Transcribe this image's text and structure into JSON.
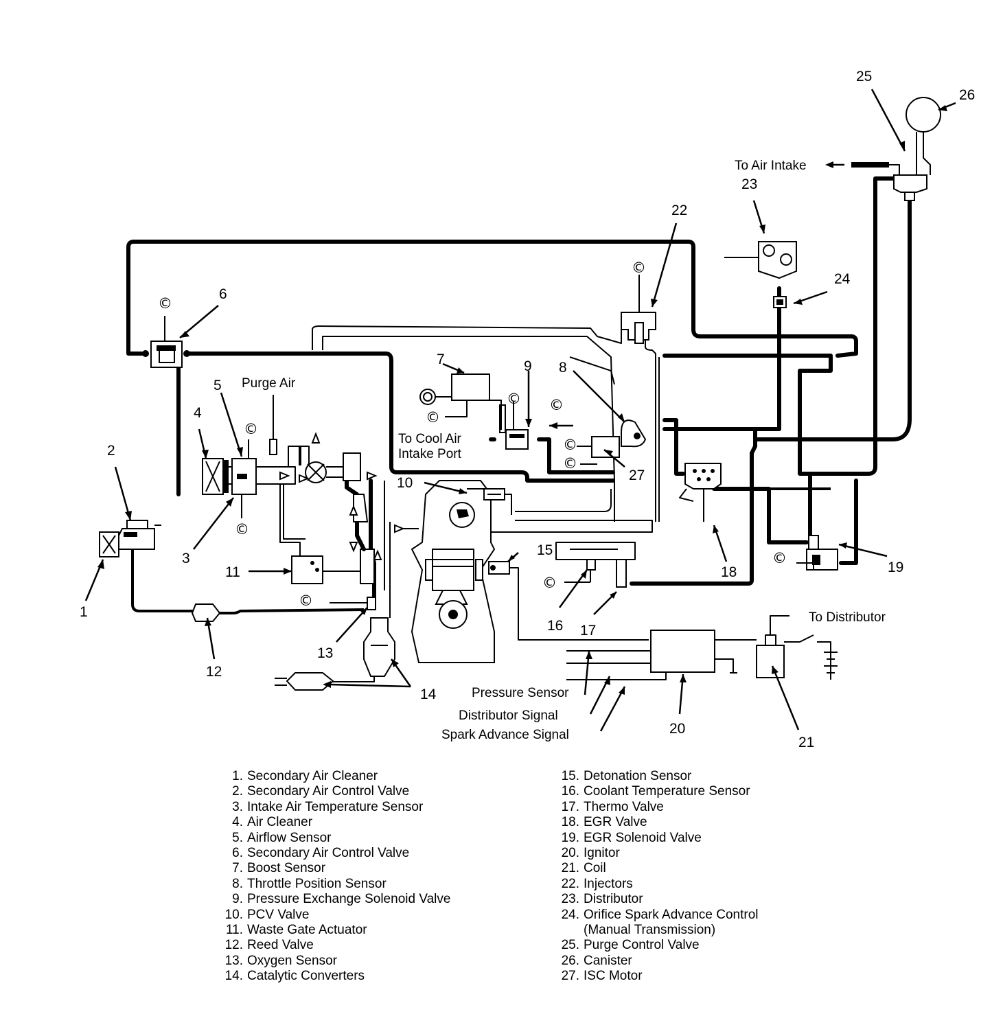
{
  "callouts": {
    "c1": "1",
    "c2": "2",
    "c3": "3",
    "c4": "4",
    "c5": "5",
    "c6": "6",
    "c7": "7",
    "c8": "8",
    "c9": "9",
    "c10": "10",
    "c11": "11",
    "c12": "12",
    "c13": "13",
    "c14": "14",
    "c15": "15",
    "c16": "16",
    "c17": "17",
    "c18": "18",
    "c19": "19",
    "c20": "20",
    "c21": "21",
    "c22": "22",
    "c23": "23",
    "c24": "24",
    "c25": "25",
    "c26": "26",
    "c27": "27"
  },
  "labels": {
    "to_air_intake": "To Air Intake",
    "purge_air": "Purge Air",
    "to_cool_air": "To Cool Air",
    "intake_port": "Intake Port",
    "to_distributor": "To Distributor",
    "pressure_sensor": "Pressure Sensor",
    "distributor_signal": "Distributor Signal",
    "spark_advance_signal": "Spark Advance Signal"
  },
  "c_symbol": "©",
  "legend": {
    "left": [
      {
        "num": "1.",
        "text": "Secondary Air Cleaner"
      },
      {
        "num": "2.",
        "text": "Secondary Air Control Valve"
      },
      {
        "num": "3.",
        "text": "Intake Air Temperature Sensor"
      },
      {
        "num": "4.",
        "text": "Air Cleaner"
      },
      {
        "num": "5.",
        "text": "Airflow Sensor"
      },
      {
        "num": "6.",
        "text": "Secondary Air Control Valve"
      },
      {
        "num": "7.",
        "text": "Boost Sensor"
      },
      {
        "num": "8.",
        "text": "Throttle Position Sensor"
      },
      {
        "num": "9.",
        "text": "Pressure Exchange Solenoid Valve"
      },
      {
        "num": "10.",
        "text": "PCV Valve"
      },
      {
        "num": "11.",
        "text": "Waste Gate Actuator"
      },
      {
        "num": "12.",
        "text": "Reed Valve"
      },
      {
        "num": "13.",
        "text": "Oxygen Sensor"
      },
      {
        "num": "14.",
        "text": "Catalytic Converters"
      }
    ],
    "right": [
      {
        "num": "15.",
        "text": "Detonation Sensor"
      },
      {
        "num": "16.",
        "text": "Coolant Temperature Sensor"
      },
      {
        "num": "17.",
        "text": "Thermo Valve"
      },
      {
        "num": "18.",
        "text": "EGR Valve"
      },
      {
        "num": "19.",
        "text": "EGR Solenoid Valve"
      },
      {
        "num": "20.",
        "text": "Ignitor"
      },
      {
        "num": "21.",
        "text": "Coil"
      },
      {
        "num": "22.",
        "text": "Injectors"
      },
      {
        "num": "23.",
        "text": "Distributor"
      },
      {
        "num": "24.",
        "text": "Orifice Spark Advance Control"
      },
      {
        "num": "",
        "text": "(Manual Transmission)"
      },
      {
        "num": "25.",
        "text": "Purge Control Valve"
      },
      {
        "num": "26.",
        "text": "Canister"
      },
      {
        "num": "27.",
        "text": "ISC Motor"
      }
    ]
  }
}
